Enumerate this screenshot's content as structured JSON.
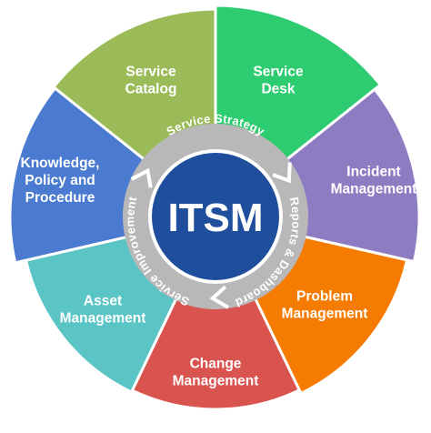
{
  "center": {
    "label": "ITSM"
  },
  "ring": [
    {
      "label": "Service Strategy"
    },
    {
      "label": "Reports & Dashboard"
    },
    {
      "label": "Service Improvement"
    }
  ],
  "segments": [
    {
      "id": "service-catalog",
      "lines": [
        "Service",
        "Catalog"
      ],
      "color": "#9bbb59"
    },
    {
      "id": "service-desk",
      "lines": [
        "Service",
        "Desk"
      ],
      "color": "#2ecc71"
    },
    {
      "id": "incident-management",
      "lines": [
        "Incident",
        "Management"
      ],
      "color": "#8e7cc3"
    },
    {
      "id": "problem-management",
      "lines": [
        "Problem",
        "Management"
      ],
      "color": "#f57c00"
    },
    {
      "id": "change-management",
      "lines": [
        "Change",
        "Management"
      ],
      "color": "#d9534f"
    },
    {
      "id": "asset-management",
      "lines": [
        "Asset",
        "Management"
      ],
      "color": "#5bc4c4"
    },
    {
      "id": "knowledge-policy-procedure",
      "lines": [
        "Knowledge,",
        "Policy and",
        "Procedure"
      ],
      "color": "#4a7bd0"
    }
  ],
  "colors": {
    "ring": "#b8b8b8",
    "center_outer": "#ffffff",
    "center": "#1f4e9c"
  }
}
